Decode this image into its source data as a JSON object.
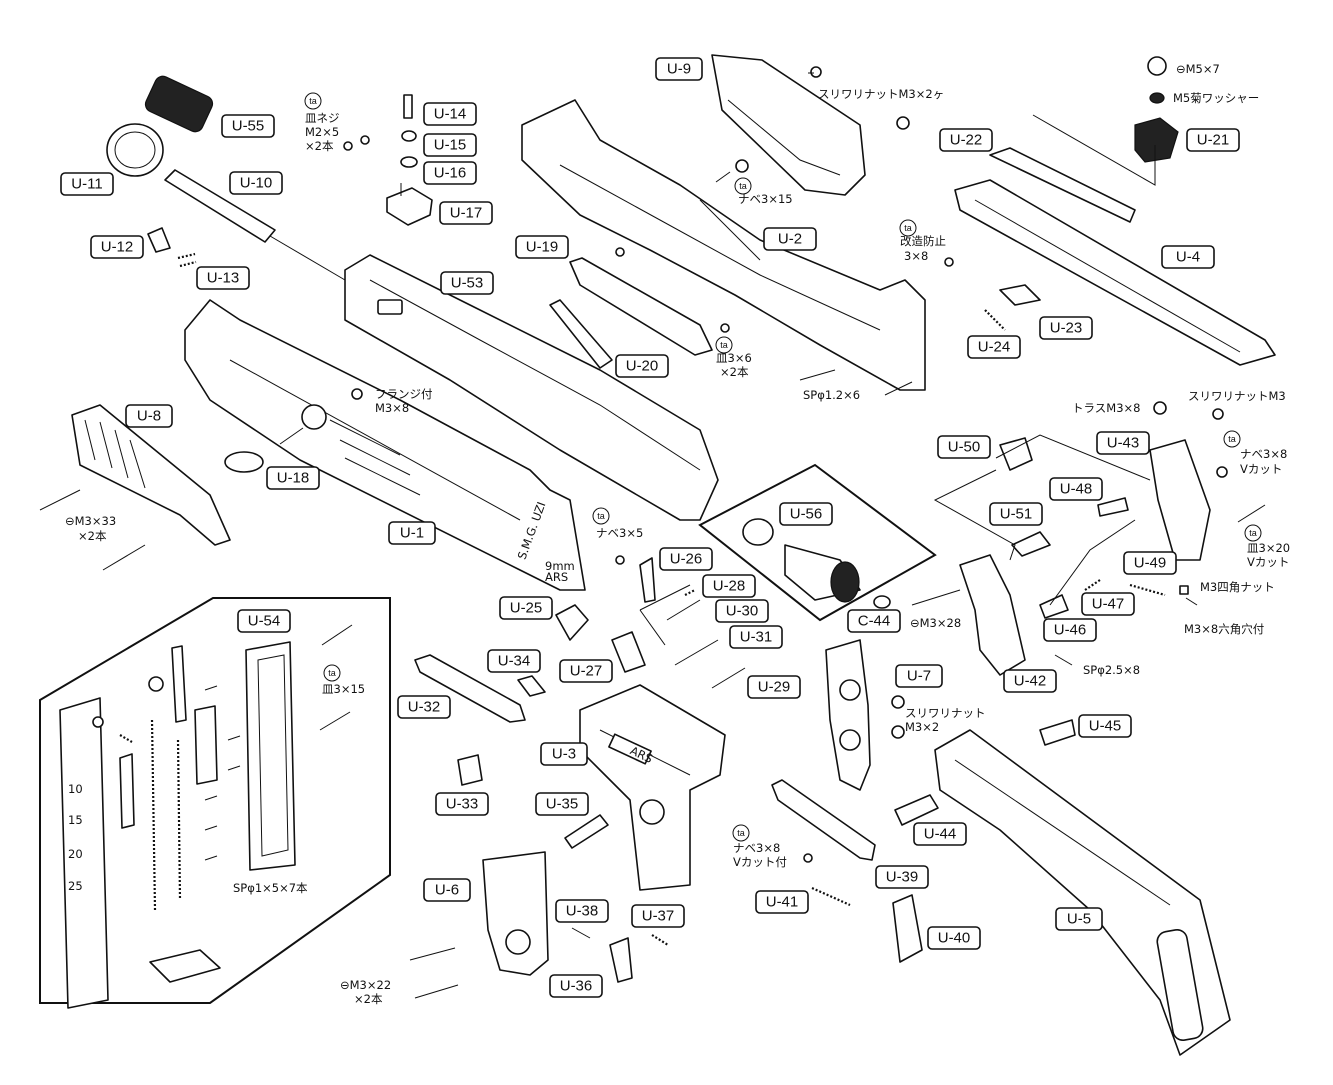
{
  "parts": [
    {
      "id": "U-1",
      "label": "U-1"
    },
    {
      "id": "U-2",
      "label": "U-2"
    },
    {
      "id": "U-3",
      "label": "U-3"
    },
    {
      "id": "U-4",
      "label": "U-4"
    },
    {
      "id": "U-5",
      "label": "U-5"
    },
    {
      "id": "U-6",
      "label": "U-6"
    },
    {
      "id": "U-7",
      "label": "U-7"
    },
    {
      "id": "U-8",
      "label": "U-8"
    },
    {
      "id": "U-9",
      "label": "U-9"
    },
    {
      "id": "U-10",
      "label": "U-10"
    },
    {
      "id": "U-11",
      "label": "U-11"
    },
    {
      "id": "U-12",
      "label": "U-12"
    },
    {
      "id": "U-13",
      "label": "U-13"
    },
    {
      "id": "U-14",
      "label": "U-14"
    },
    {
      "id": "U-15",
      "label": "U-15"
    },
    {
      "id": "U-16",
      "label": "U-16"
    },
    {
      "id": "U-17",
      "label": "U-17"
    },
    {
      "id": "U-18",
      "label": "U-18"
    },
    {
      "id": "U-19",
      "label": "U-19"
    },
    {
      "id": "U-20",
      "label": "U-20"
    },
    {
      "id": "U-21",
      "label": "U-21"
    },
    {
      "id": "U-22",
      "label": "U-22"
    },
    {
      "id": "U-23",
      "label": "U-23"
    },
    {
      "id": "U-24",
      "label": "U-24"
    },
    {
      "id": "U-25",
      "label": "U-25"
    },
    {
      "id": "U-26",
      "label": "U-26"
    },
    {
      "id": "U-27",
      "label": "U-27"
    },
    {
      "id": "U-28",
      "label": "U-28"
    },
    {
      "id": "U-29",
      "label": "U-29"
    },
    {
      "id": "U-30",
      "label": "U-30"
    },
    {
      "id": "U-31",
      "label": "U-31"
    },
    {
      "id": "U-32",
      "label": "U-32"
    },
    {
      "id": "U-33",
      "label": "U-33"
    },
    {
      "id": "U-34",
      "label": "U-34"
    },
    {
      "id": "U-35",
      "label": "U-35"
    },
    {
      "id": "U-36",
      "label": "U-36"
    },
    {
      "id": "U-37",
      "label": "U-37"
    },
    {
      "id": "U-38",
      "label": "U-38"
    },
    {
      "id": "U-39",
      "label": "U-39"
    },
    {
      "id": "U-40",
      "label": "U-40"
    },
    {
      "id": "U-41",
      "label": "U-41"
    },
    {
      "id": "U-42",
      "label": "U-42"
    },
    {
      "id": "U-43",
      "label": "U-43"
    },
    {
      "id": "U-44",
      "label": "U-44"
    },
    {
      "id": "U-45",
      "label": "U-45"
    },
    {
      "id": "U-46",
      "label": "U-46"
    },
    {
      "id": "U-47",
      "label": "U-47"
    },
    {
      "id": "U-48",
      "label": "U-48"
    },
    {
      "id": "U-49",
      "label": "U-49"
    },
    {
      "id": "U-50",
      "label": "U-50"
    },
    {
      "id": "U-51",
      "label": "U-51"
    },
    {
      "id": "U-53",
      "label": "U-53"
    },
    {
      "id": "U-54",
      "label": "U-54"
    },
    {
      "id": "U-55",
      "label": "U-55"
    },
    {
      "id": "U-56",
      "label": "U-56"
    },
    {
      "id": "C-44",
      "label": "C-44"
    }
  ],
  "notes": [
    {
      "id": "nut-m3x2-top",
      "lines": [
        "スリワリナットM3×2ヶ"
      ]
    },
    {
      "id": "screw-m5x7",
      "lines": [
        "⊖M5×7"
      ]
    },
    {
      "id": "washer-m5",
      "lines": [
        "M5菊ワッシャー"
      ]
    },
    {
      "id": "flat-screw-m2x5",
      "lines": [
        "皿ネジ",
        "M2×5",
        "×2本"
      ]
    },
    {
      "id": "pan-m3x15",
      "lines": [
        "ナベ3×15"
      ]
    },
    {
      "id": "tamper-3x8",
      "lines": [
        "改造防止",
        "3×8"
      ]
    },
    {
      "id": "flat-3x6",
      "lines": [
        "皿3×6",
        "×2本"
      ]
    },
    {
      "id": "flange-m3x8",
      "lines": [
        "フランジ付",
        "M3×8"
      ]
    },
    {
      "id": "sp-1-2x6",
      "lines": [
        "SPφ1.2×6"
      ]
    },
    {
      "id": "truss-m3x8",
      "lines": [
        "トラスM3×8"
      ]
    },
    {
      "id": "nut-m3-right",
      "lines": [
        "スリワリナットM3"
      ]
    },
    {
      "id": "pan-3x8-v",
      "lines": [
        "ナベ3×8",
        "Vカット"
      ]
    },
    {
      "id": "screw-m3x33",
      "lines": [
        "⊖M3×33",
        "×2本"
      ]
    },
    {
      "id": "pan-3x5",
      "lines": [
        "ナベ3×5"
      ]
    },
    {
      "id": "flat-3x20",
      "lines": [
        "皿3×20",
        "Vカット"
      ]
    },
    {
      "id": "square-nut-m3",
      "lines": [
        "M3四角ナット"
      ]
    },
    {
      "id": "screw-m3x28",
      "lines": [
        "⊖M3×28"
      ]
    },
    {
      "id": "hex-m3x8",
      "lines": [
        "M3×8六角穴付"
      ]
    },
    {
      "id": "sp-2-5x8",
      "lines": [
        "SPφ2.5×8"
      ]
    },
    {
      "id": "flat-3x15",
      "lines": [
        "皿3×15"
      ]
    },
    {
      "id": "nut-m3x2-grip",
      "lines": [
        "スリワリナット",
        "M3×2"
      ]
    },
    {
      "id": "sp-1x5x7",
      "lines": [
        "SPφ1×5×7本"
      ]
    },
    {
      "id": "pan-3x8-vcut",
      "lines": [
        "ナベ3×8",
        "Vカット付"
      ]
    },
    {
      "id": "screw-m3x22",
      "lines": [
        "⊖M3×22",
        "×2本"
      ]
    }
  ],
  "ta_mark": "ta",
  "stamps": {
    "receiver": [
      "S.M.G. UZI",
      "9mm",
      "ARS"
    ],
    "grip_frame": "ARS",
    "magazine": [
      "10",
      "15",
      "20",
      "25"
    ]
  }
}
